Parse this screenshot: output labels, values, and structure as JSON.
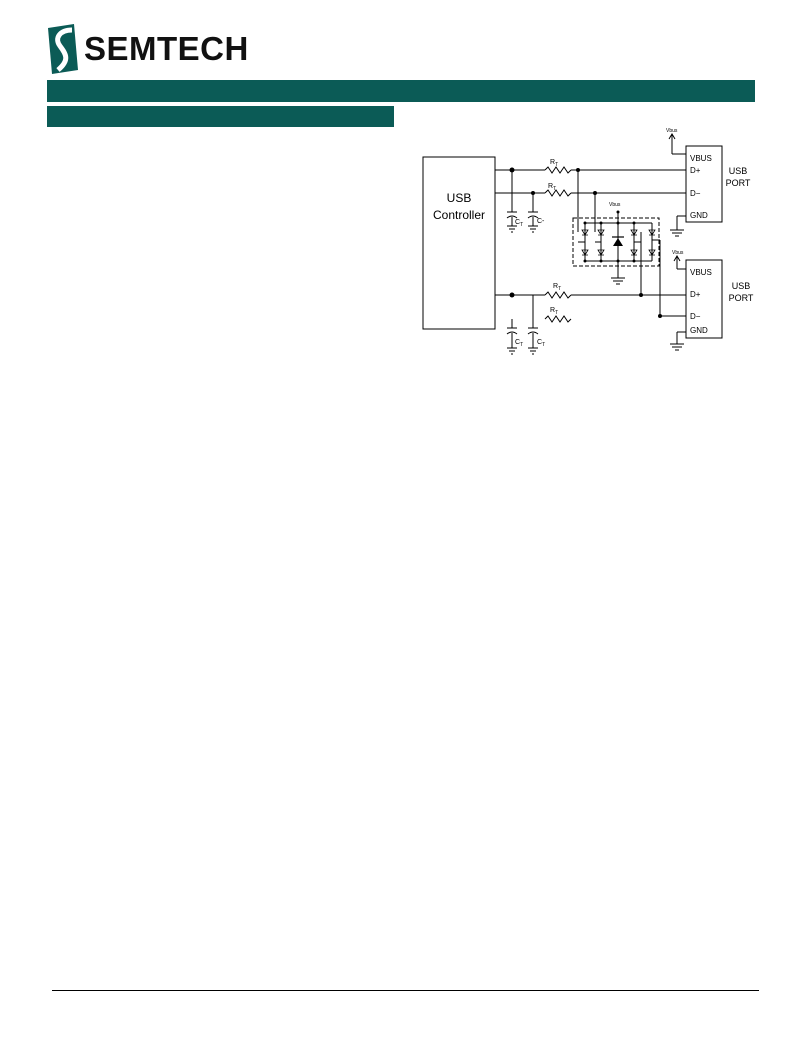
{
  "header": {
    "brand": "SEMTECH",
    "logo_icon": "semtech-s-logo",
    "accent_color": "#0b5b56"
  },
  "schematic": {
    "controller_line1": "USB",
    "controller_line2": "Controller",
    "port1": {
      "vbus_top": "Vbus",
      "vbus": "VBUS",
      "dplus": "D+",
      "dminus": "D−",
      "gnd": "GND",
      "label1": "USB",
      "label2": "PORT"
    },
    "port2": {
      "vbus_top": "Vbus",
      "vbus": "VBUS",
      "dplus": "D+",
      "dminus": "D−",
      "gnd": "GND",
      "label1": "USB",
      "label2": "PORT"
    },
    "tvs_vbus": "Vbus",
    "rt": "R",
    "rt_sub": "T",
    "ct": "C",
    "ct_sub": "T",
    "c_minus": "C-"
  }
}
